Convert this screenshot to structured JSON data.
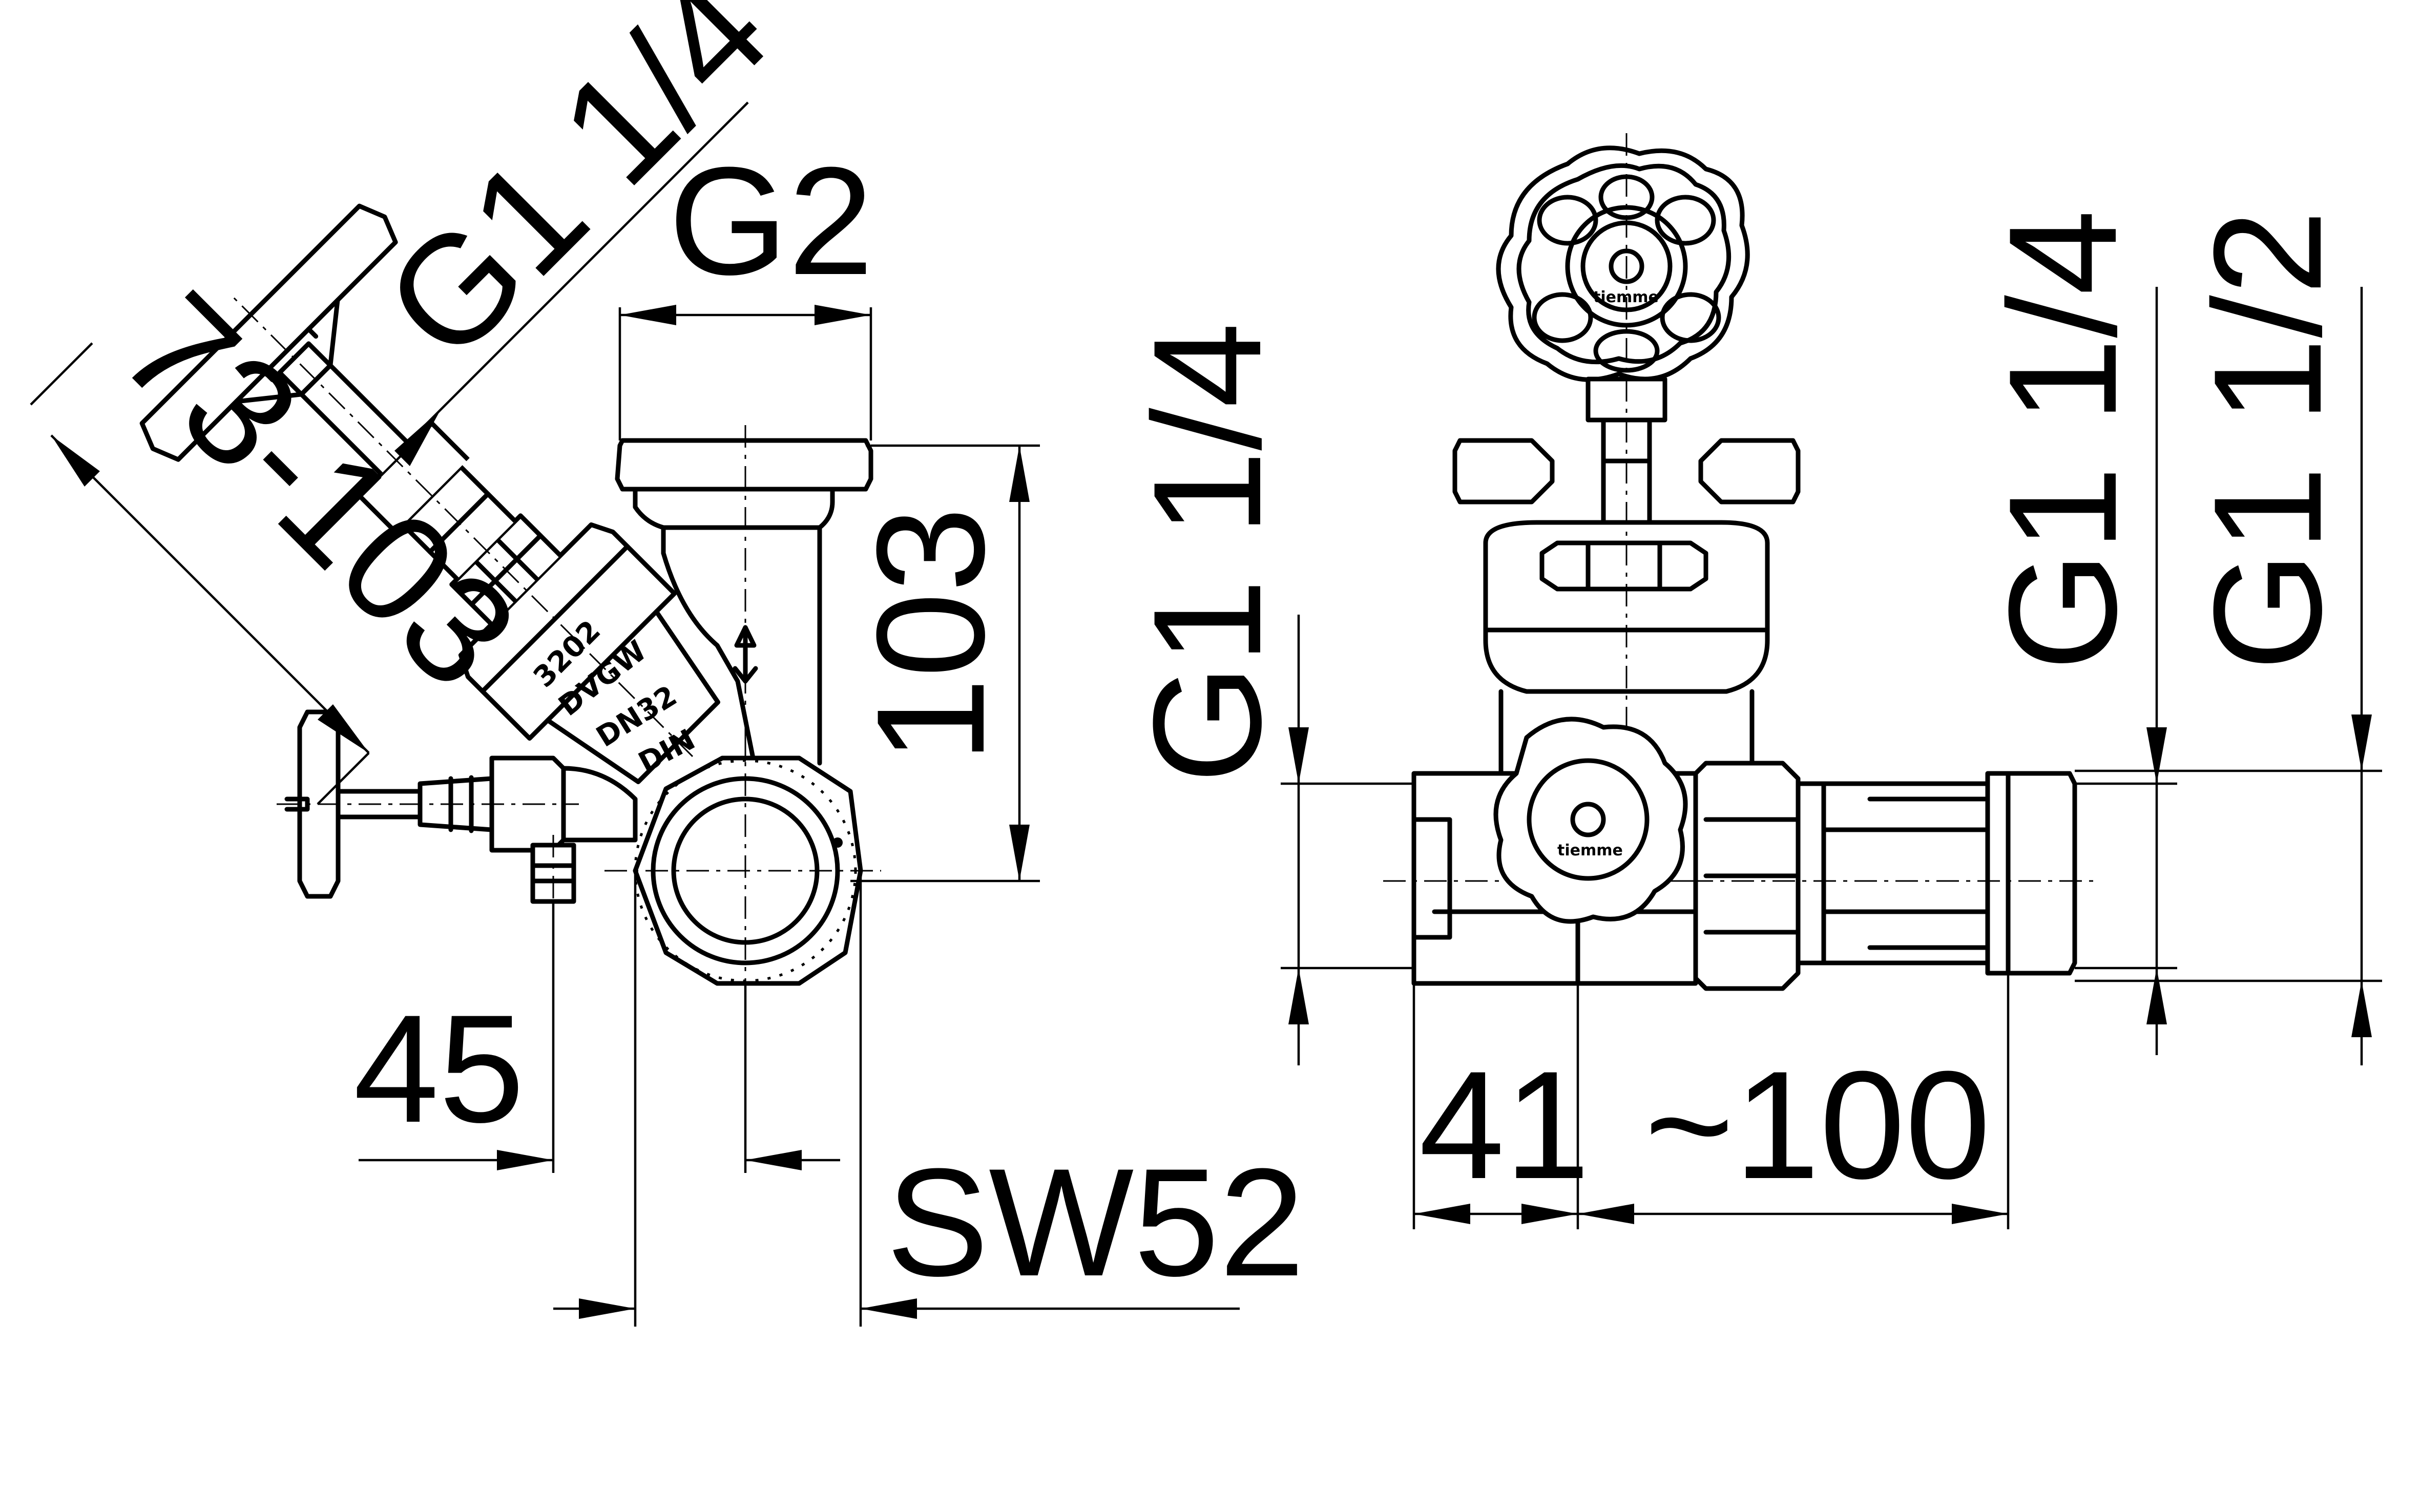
{
  "left_view": {
    "dim_threaded_outlet": "G1 1/4",
    "dim_stroke": "73-103",
    "dim_top_thread": "G2",
    "dim_height": "103",
    "dim_drain_offset": "45",
    "dim_wrench": "SW52"
  },
  "valve_marking": {
    "line1": "3202",
    "line2": "DVGW",
    "line3": "DN32",
    "line4": "DIN"
  },
  "right_view": {
    "dim_inlet_thread": "G1 1/4",
    "dim_outlet_thread": "G1 1/4",
    "dim_outlet_pipe": "G1 1/2",
    "dim_body_length": "41",
    "dim_tail_length": "~100"
  },
  "handwheel": {
    "brand": "tiemme"
  }
}
